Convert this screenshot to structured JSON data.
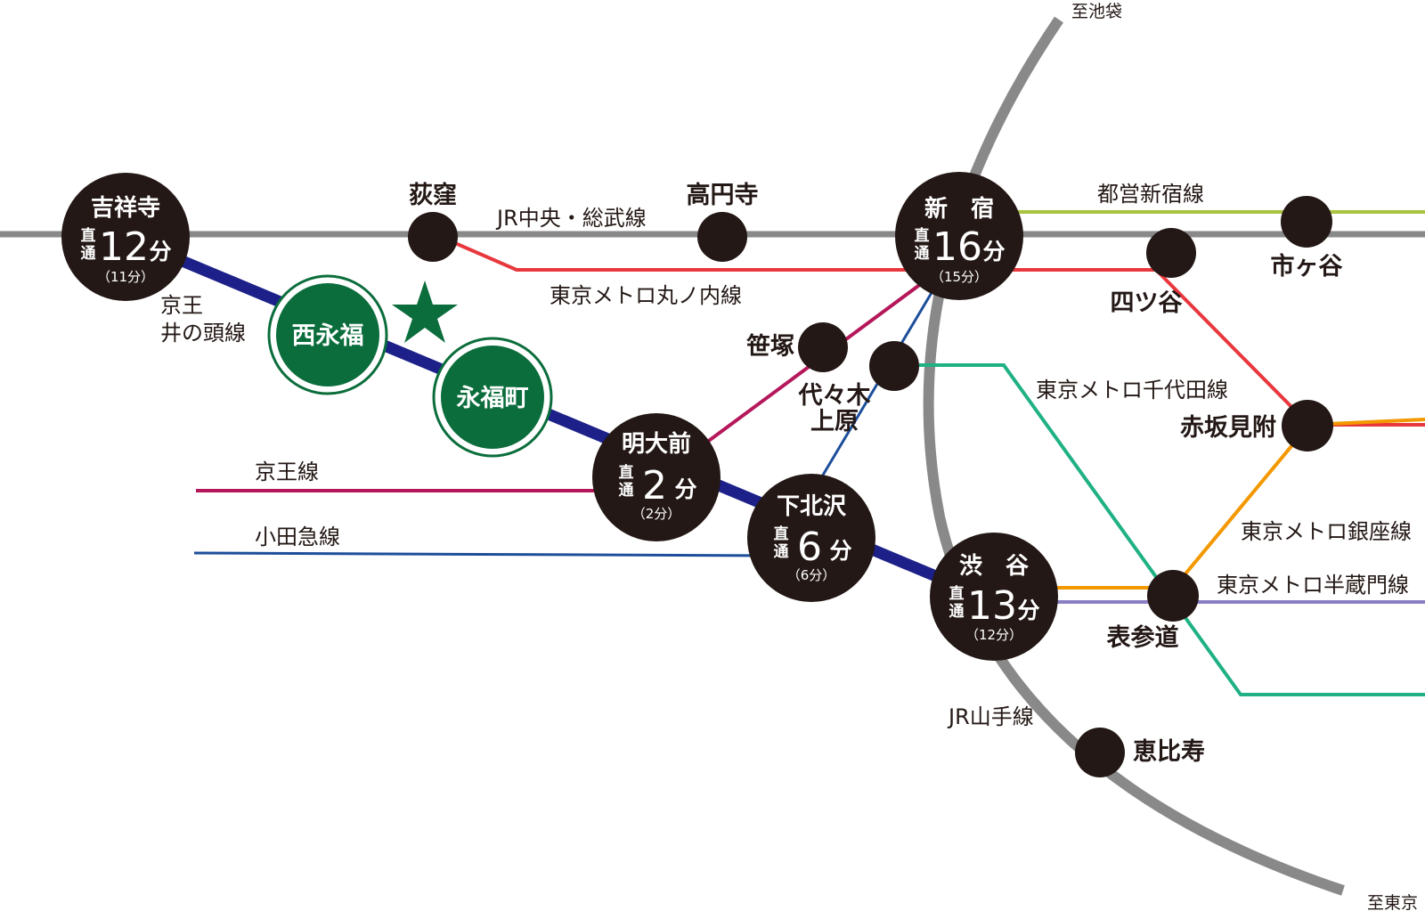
{
  "colors": {
    "jr_chuo": "#898989",
    "yamanote": "#898989",
    "marunouchi": "#e8383d",
    "inokashira": "#1d2088",
    "keio": "#b5175a",
    "odakyu": "#1d4e9a",
    "chiyoda": "#1fb184",
    "ginza": "#f39800",
    "hanzomon": "#8b7fc4",
    "toei_shinjuku": "#a9c23f",
    "station": "#231815",
    "home_station": "#0b6d3c"
  },
  "lines": {
    "jr_chuo": "JR中央・総武線",
    "marunouchi": "東京メトロ丸ノ内線",
    "inokashira": [
      "京王",
      "井の頭線"
    ],
    "keio": "京王線",
    "odakyu": "小田急線",
    "chiyoda": "東京メトロ千代田線",
    "ginza": "東京メトロ銀座線",
    "hanzomon": "東京メトロ半蔵門線",
    "toei_shinjuku": "都営新宿線",
    "yamanote": "JR山手線"
  },
  "directions": {
    "ikebukuro": "至池袋",
    "tokyo": "至東京"
  },
  "home_stations": {
    "nishieifuku": "西永福",
    "eifukucho": "永福町"
  },
  "star_icon": "star-icon",
  "hubs": {
    "kichijoji": {
      "name": "吉祥寺",
      "direct": [
        "直",
        "通"
      ],
      "minutes": "12",
      "unit": "分",
      "alt": "（11分）"
    },
    "shinjuku": {
      "name": "新　宿",
      "direct": [
        "直",
        "通"
      ],
      "minutes": "16",
      "unit": "分",
      "alt": "（15分）"
    },
    "meidaimae": {
      "name": "明大前",
      "direct": [
        "直",
        "通"
      ],
      "minutes": "2",
      "unit": "分",
      "alt": "（2分）"
    },
    "shimokitazawa": {
      "name": "下北沢",
      "direct": [
        "直",
        "通"
      ],
      "minutes": "6",
      "unit": "分",
      "alt": "（6分）"
    },
    "shibuya": {
      "name": "渋　谷",
      "direct": [
        "直",
        "通"
      ],
      "minutes": "13",
      "unit": "分",
      "alt": "（12分）"
    }
  },
  "stations": {
    "ogikubo": "荻窪",
    "koenji": "高円寺",
    "ichigaya": "市ヶ谷",
    "yotsuya": "四ツ谷",
    "sasazuka": "笹塚",
    "yoyogiuehara": [
      "代々木",
      "上原"
    ],
    "akasakamitsuke": "赤坂見附",
    "omotesando": "表参道",
    "ebisu": "恵比寿"
  }
}
